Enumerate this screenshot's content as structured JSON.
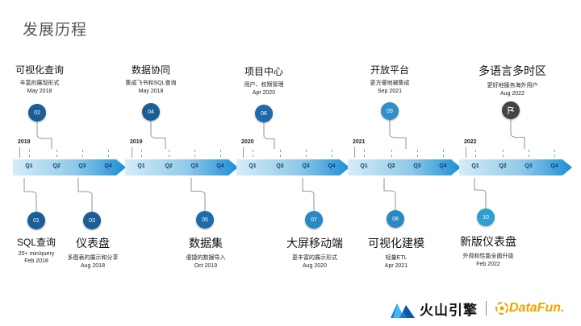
{
  "title": "发展历程",
  "colors": {
    "circle_dark": "#1b5e96",
    "circle_mid": "#1f78b4",
    "circle_light": "#2f9fd0",
    "flag": "#444444",
    "brand_orange": "#f5a000"
  },
  "years": [
    "2018",
    "2019",
    "2020",
    "2021",
    "2022"
  ],
  "quarters": [
    "Q1",
    "Q2",
    "Q3",
    "Q4"
  ],
  "milestones_top": [
    {
      "num": "02",
      "name": "可视化查询",
      "desc": "丰富的展现形式",
      "date": "May 2018"
    },
    {
      "num": "04",
      "name": "数据协同",
      "desc": "集成飞书和SQL查询",
      "date": "May 2018"
    },
    {
      "num": "06",
      "name": "项目中心",
      "desc": "用户、权限管理",
      "date": "Apr 2020"
    },
    {
      "num": "09",
      "name": "开放平台",
      "desc": "更方便地被集成",
      "date": "Sep 2021"
    },
    {
      "num": "",
      "icon": "flag-icon",
      "name": "多语言多时区",
      "desc": "更好地服务海外用户",
      "date": "Aug 2022"
    }
  ],
  "milestones_bottom": [
    {
      "num": "01",
      "name": "SQL查询",
      "desc": "20+ min/query",
      "date": "Feb 2018"
    },
    {
      "num": "03",
      "name": "仪表盘",
      "desc": "多图表的展示和分享",
      "date": "Aug 2018"
    },
    {
      "num": "05",
      "name": "数据集",
      "desc": "便捷的数据导入",
      "date": "Oct 2019"
    },
    {
      "num": "07",
      "name": "大屏移动端",
      "desc": "更丰富的展示形式",
      "date": "Aug 2020"
    },
    {
      "num": "08",
      "name": "可视化建模",
      "desc": "轻量ETL",
      "date": "Apr 2021"
    },
    {
      "num": "10",
      "name": "新版仪表盘",
      "desc": "外观和性能全面升级",
      "date": "Feb 2022"
    }
  ],
  "logos": {
    "brand1": "火山引擎",
    "brand2": "DataFun."
  }
}
